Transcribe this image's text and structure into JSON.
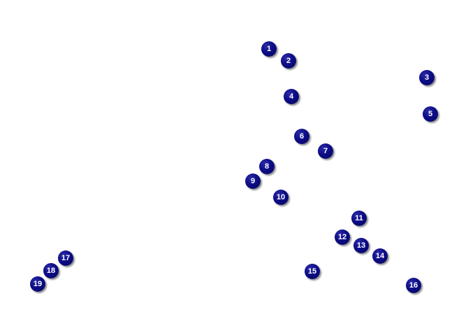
{
  "markers": [
    {
      "label": "1"
    },
    {
      "label": "2"
    },
    {
      "label": "3"
    },
    {
      "label": "4"
    },
    {
      "label": "5"
    },
    {
      "label": "6"
    },
    {
      "label": "7"
    },
    {
      "label": "8"
    },
    {
      "label": "9"
    },
    {
      "label": "10"
    },
    {
      "label": "11"
    },
    {
      "label": "12"
    },
    {
      "label": "13"
    },
    {
      "label": "14"
    },
    {
      "label": "15"
    },
    {
      "label": "16"
    },
    {
      "label": "17"
    },
    {
      "label": "18"
    },
    {
      "label": "19"
    }
  ],
  "colors": {
    "marker_fill": "#0c0c86",
    "marker_text": "#ffffff",
    "background": "#ffffff"
  }
}
